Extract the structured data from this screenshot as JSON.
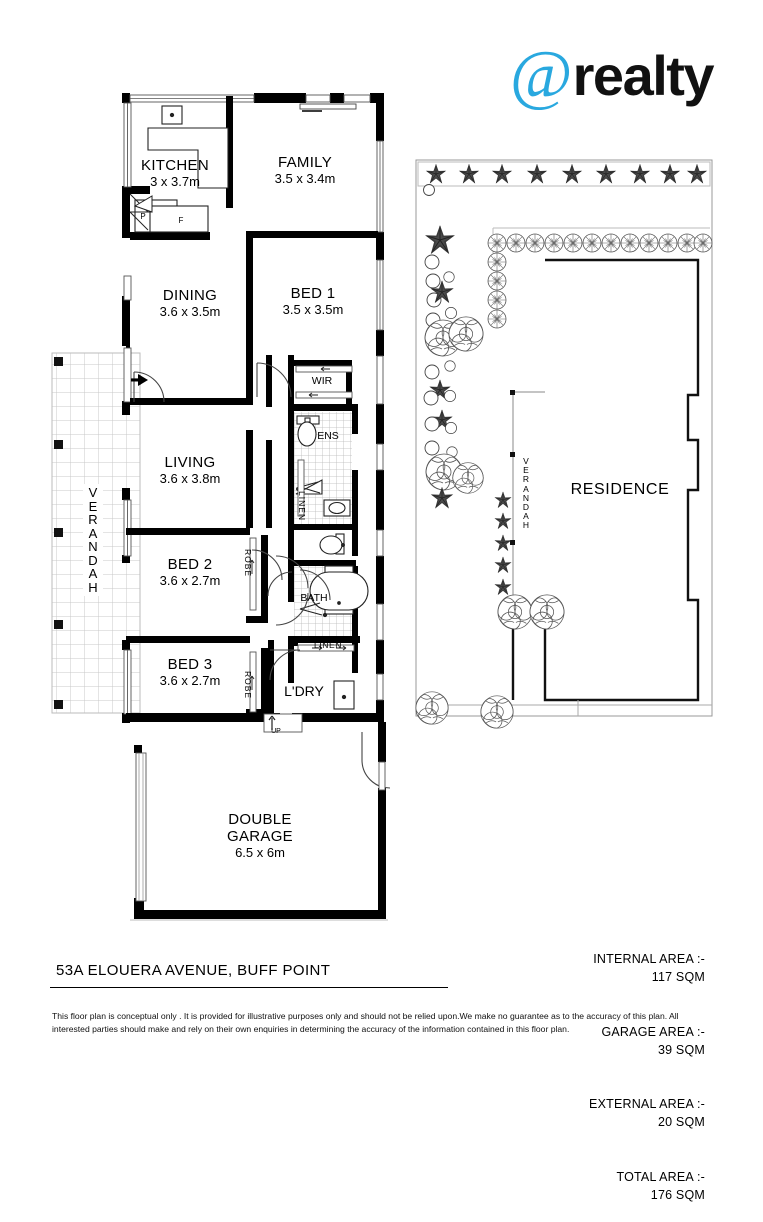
{
  "brand": {
    "at_symbol": "@",
    "word": "realty",
    "accent_color": "#29a8df"
  },
  "floor_plan": {
    "rooms": [
      {
        "name": "KITCHEN",
        "dim": "3 x 3.7m"
      },
      {
        "name": "FAMILY",
        "dim": "3.5 x 3.4m"
      },
      {
        "name": "DINING",
        "dim": "3.6 x 3.5m"
      },
      {
        "name": "BED 1",
        "dim": "3.5 x 3.5m"
      },
      {
        "name": "LIVING",
        "dim": "3.6 x 3.8m"
      },
      {
        "name": "BED 2",
        "dim": "3.6 x 2.7m"
      },
      {
        "name": "BED 3",
        "dim": "3.6 x 2.7m"
      },
      {
        "name": "DOUBLE GARAGE",
        "dim": "6.5 x 6m"
      }
    ],
    "garage_line1": "DOUBLE",
    "garage_line2": "GARAGE",
    "garage_dim": "6.5 x 6m",
    "small_labels": {
      "wir": "WIR",
      "ens": "ENS",
      "bath": "BATH",
      "ldry": "L'DRY",
      "linen_upper": "LINEN",
      "linen_lower": "LINEN",
      "robe_bed2": "ROBE",
      "robe_bed3": "ROBE",
      "pantry": "P",
      "fridge": "F",
      "up": "UP",
      "verandah": "VERANDAH"
    }
  },
  "site_plan": {
    "residence_label": "RESIDENCE",
    "verandah_label": "VERANDAH"
  },
  "footer": {
    "address": "53A ELOUERA AVENUE, BUFF POINT",
    "areas": [
      {
        "label": "INTERNAL AREA :-",
        "value": "117 SQM"
      },
      {
        "label": "GARAGE AREA :-",
        "value": "39 SQM"
      },
      {
        "label": "EXTERNAL AREA :-",
        "value": "20 SQM"
      },
      {
        "label": "TOTAL AREA :-",
        "value": "176 SQM"
      }
    ],
    "disclaimer": "This floor plan  is conceptual only . It is provided for illustrative purposes only and should not be relied upon.We make no guarantee as to the accuracy of this plan. All interested parties should make and rely on their own enquiries in determining the accuracy of the information contained in this floor plan."
  }
}
